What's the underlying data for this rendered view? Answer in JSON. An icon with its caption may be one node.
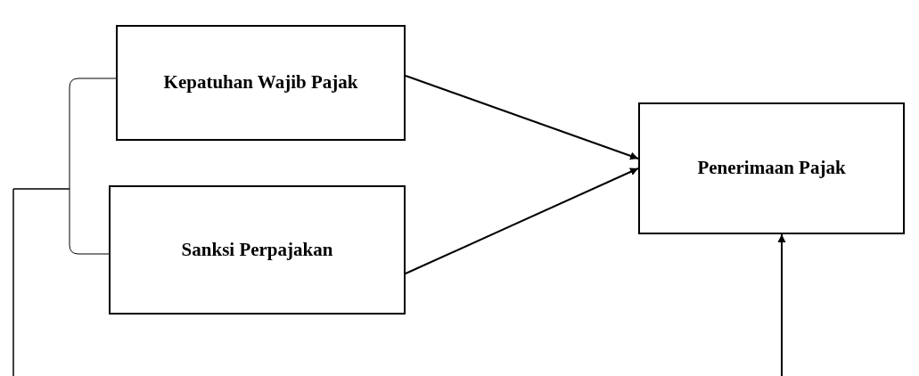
{
  "diagram": {
    "nodes": [
      {
        "text": [
          "Kepatuhan Wajib Pajak"
        ]
      },
      {
        "text": [
          "Sanksi Perpajakan"
        ]
      },
      {
        "text": [
          "Penerimaan Pajak"
        ]
      }
    ],
    "edges": [
      {
        "from": 0,
        "to": 2,
        "arrow": "to"
      },
      {
        "from": 1,
        "to": 2,
        "arrow": "to"
      },
      {
        "from": 0,
        "to": null,
        "arrow": "none"
      },
      {
        "from": 1,
        "to": null,
        "arrow": "none"
      },
      {
        "from": null,
        "to": 2,
        "arrow": "to"
      }
    ]
  }
}
